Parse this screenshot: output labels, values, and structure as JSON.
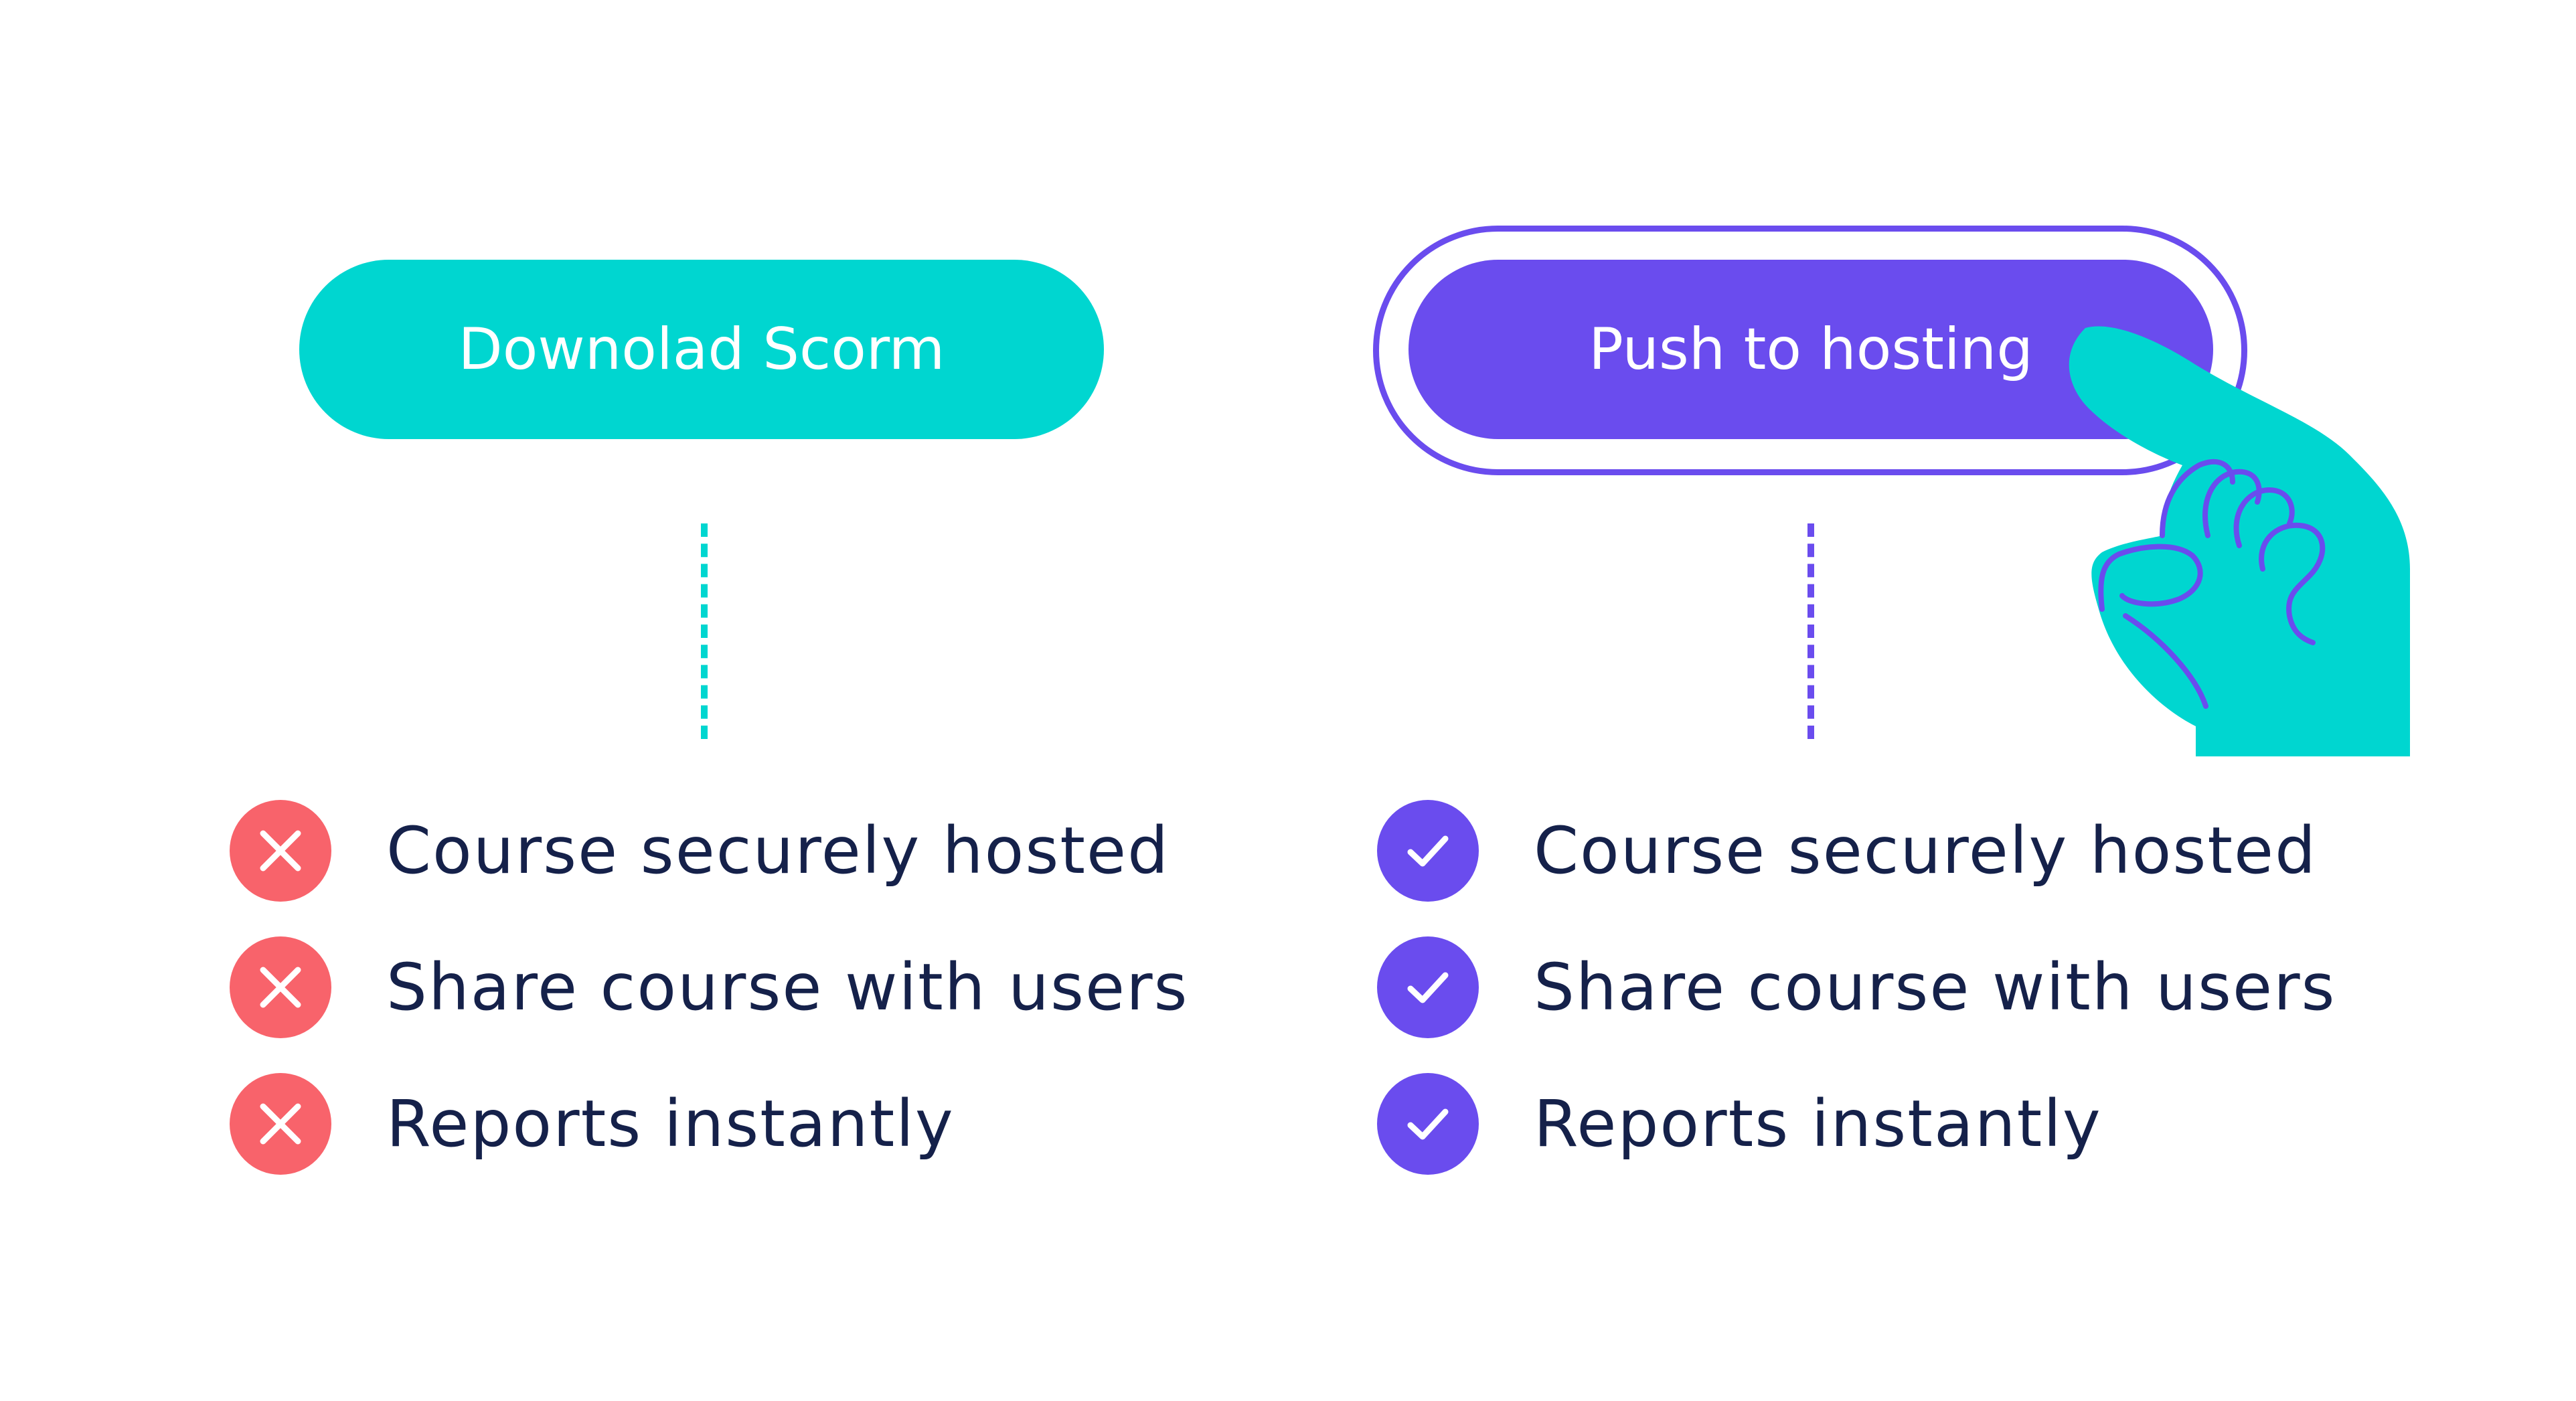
{
  "colors": {
    "teal": "#00d6d0",
    "purple": "#6a4cee",
    "red": "#f8636b",
    "text": "#15214a",
    "background": "#ffffff"
  },
  "left_option": {
    "button_label": "Downolad Scorm",
    "items": [
      {
        "label": "Course securely hosted",
        "status": "unavailable",
        "icon": "x-circle-icon"
      },
      {
        "label": "Share course with users",
        "status": "unavailable",
        "icon": "x-circle-icon"
      },
      {
        "label": "Reports instantly",
        "status": "unavailable",
        "icon": "x-circle-icon"
      }
    ]
  },
  "right_option": {
    "button_label": "Push to hosting",
    "selected": true,
    "items": [
      {
        "label": "Course securely hosted",
        "status": "available",
        "icon": "check-circle-icon"
      },
      {
        "label": "Share course with users",
        "status": "available",
        "icon": "check-circle-icon"
      },
      {
        "label": "Reports instantly",
        "status": "available",
        "icon": "check-circle-icon"
      }
    ]
  },
  "decoration": {
    "icon": "pointing-hand-icon"
  }
}
